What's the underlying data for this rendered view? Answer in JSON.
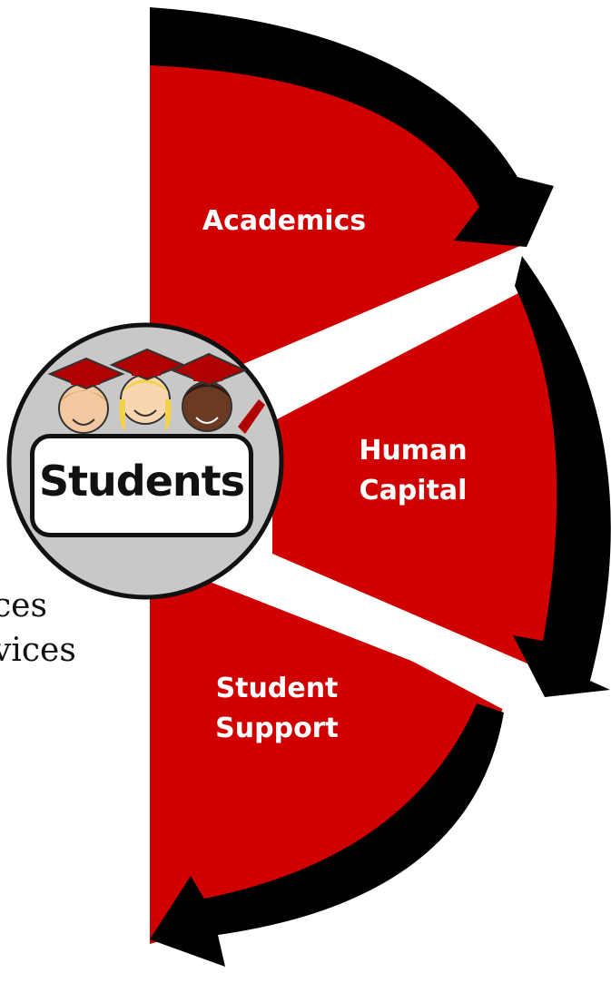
{
  "diagram": {
    "center_label": "Students",
    "segments": [
      {
        "line1": "Academics",
        "line2": ""
      },
      {
        "line1": "Human",
        "line2": "Capital"
      },
      {
        "line1": "Student",
        "line2": "Support"
      }
    ],
    "partial_left_text": [
      "ces",
      "vices"
    ]
  },
  "colors": {
    "segment_fill": "#d10000",
    "arrow": "#000000",
    "circle_fill": "#c8c8c8",
    "label_text": "#ffffff"
  }
}
